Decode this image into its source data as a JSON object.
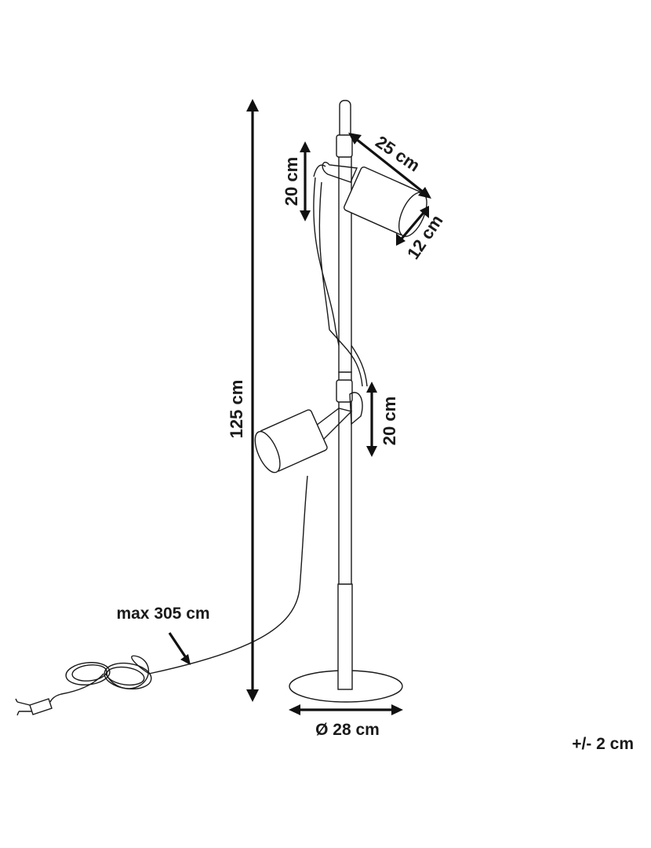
{
  "dimensions": {
    "total_height": "125 cm",
    "shade_length": "25 cm",
    "shade_diameter": "12 cm",
    "upper_arm_height": "20 cm",
    "lower_arm_height": "20 cm",
    "cable_length": "max 305 cm",
    "base_diameter": "Ø 28 cm",
    "tolerance": "+/- 2 cm"
  },
  "colors": {
    "line": "#1a1a1a",
    "background": "#ffffff"
  }
}
